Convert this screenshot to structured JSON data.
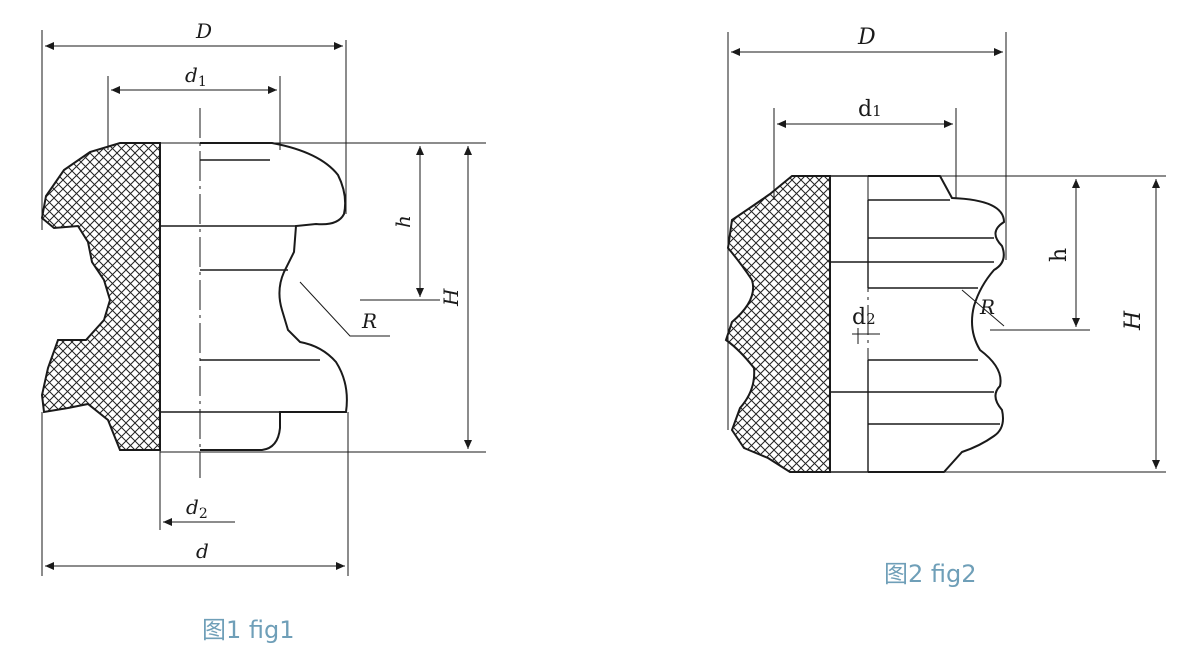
{
  "figure1": {
    "labels": {
      "D": "D",
      "d1": "d",
      "d1_sub": "1",
      "h": "h",
      "H": "H",
      "R": "R",
      "d2": "d",
      "d2_sub": "2",
      "d": "d"
    },
    "caption": "图1 fig1"
  },
  "figure2": {
    "labels": {
      "D": "D",
      "d1": "d",
      "d1_sub": "1",
      "d2": "d",
      "d2_sub": "2",
      "h": "h",
      "R": "R",
      "H": "H"
    },
    "caption": "图2 fig2"
  },
  "colors": {
    "line": "#1a1a1a",
    "caption": "#6f9fb8"
  }
}
